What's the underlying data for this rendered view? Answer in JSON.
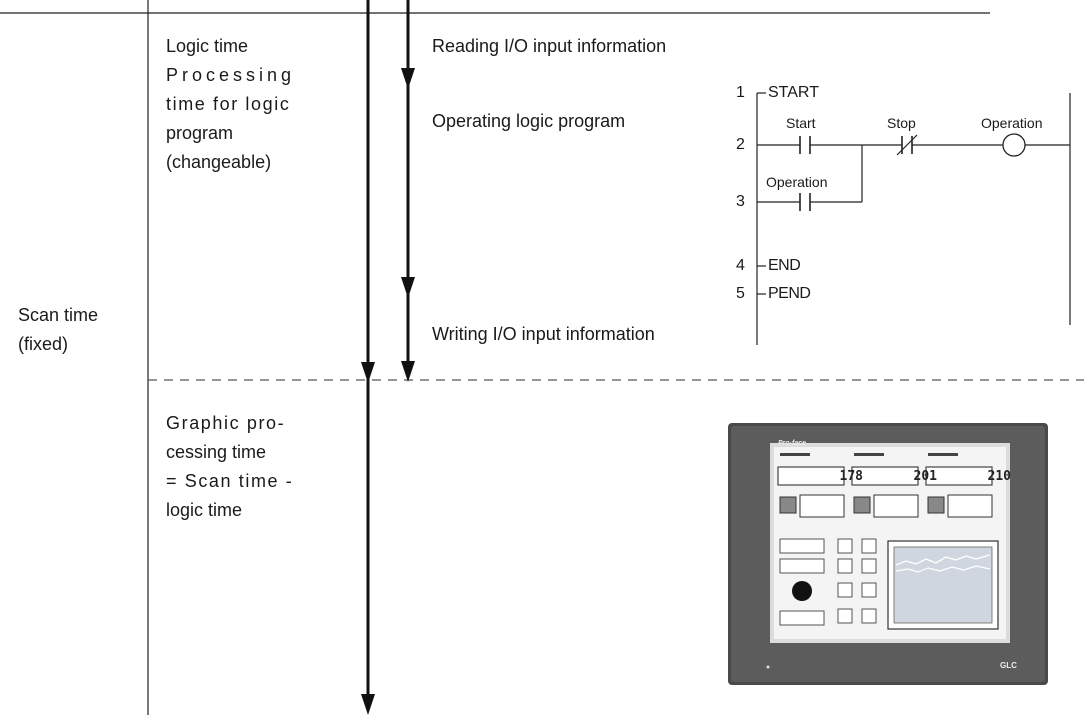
{
  "left": {
    "logic_time_lines": [
      "Logic time",
      "Processing",
      "time for logic",
      "program",
      "(changeable)"
    ],
    "scan_time_lines": [
      "Scan time",
      "(fixed)"
    ],
    "graphic_lines": [
      "Graphic pro-",
      "cessing time",
      "= Scan time -",
      "logic time"
    ]
  },
  "steps": {
    "read": "Reading I/O input information",
    "operate": "Operating logic program",
    "write": "Writing I/O input information"
  },
  "ladder": {
    "row_numbers": [
      "1",
      "2",
      "3",
      "4",
      "5"
    ],
    "start_label": "START",
    "end_label": "END",
    "pend_label": "PEND",
    "contact_start": "Start",
    "contact_stop": "Stop",
    "coil_operation": "Operation",
    "contact_operation": "Operation"
  },
  "panel": {
    "brand": "Pro-face",
    "values": [
      "178",
      "201",
      "210"
    ],
    "logo": "GLC"
  }
}
